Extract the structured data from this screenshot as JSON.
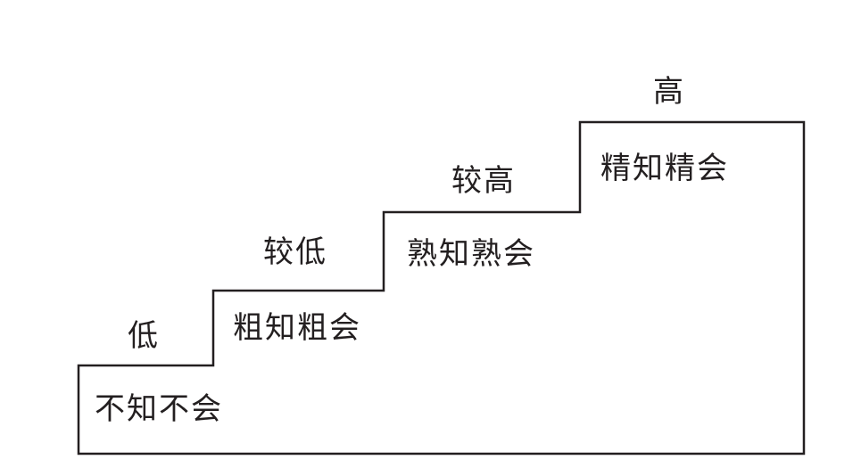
{
  "diagram": {
    "type": "staircase",
    "steps": [
      {
        "level": "低",
        "label": "不知不会"
      },
      {
        "level": "较低",
        "label": "粗知粗会"
      },
      {
        "level": "较高",
        "label": "熟知熟会"
      },
      {
        "level": "高",
        "label": "精知精会"
      }
    ],
    "colors": {
      "line": "#231f20",
      "background": "#ffffff",
      "text": "#231f20"
    }
  }
}
